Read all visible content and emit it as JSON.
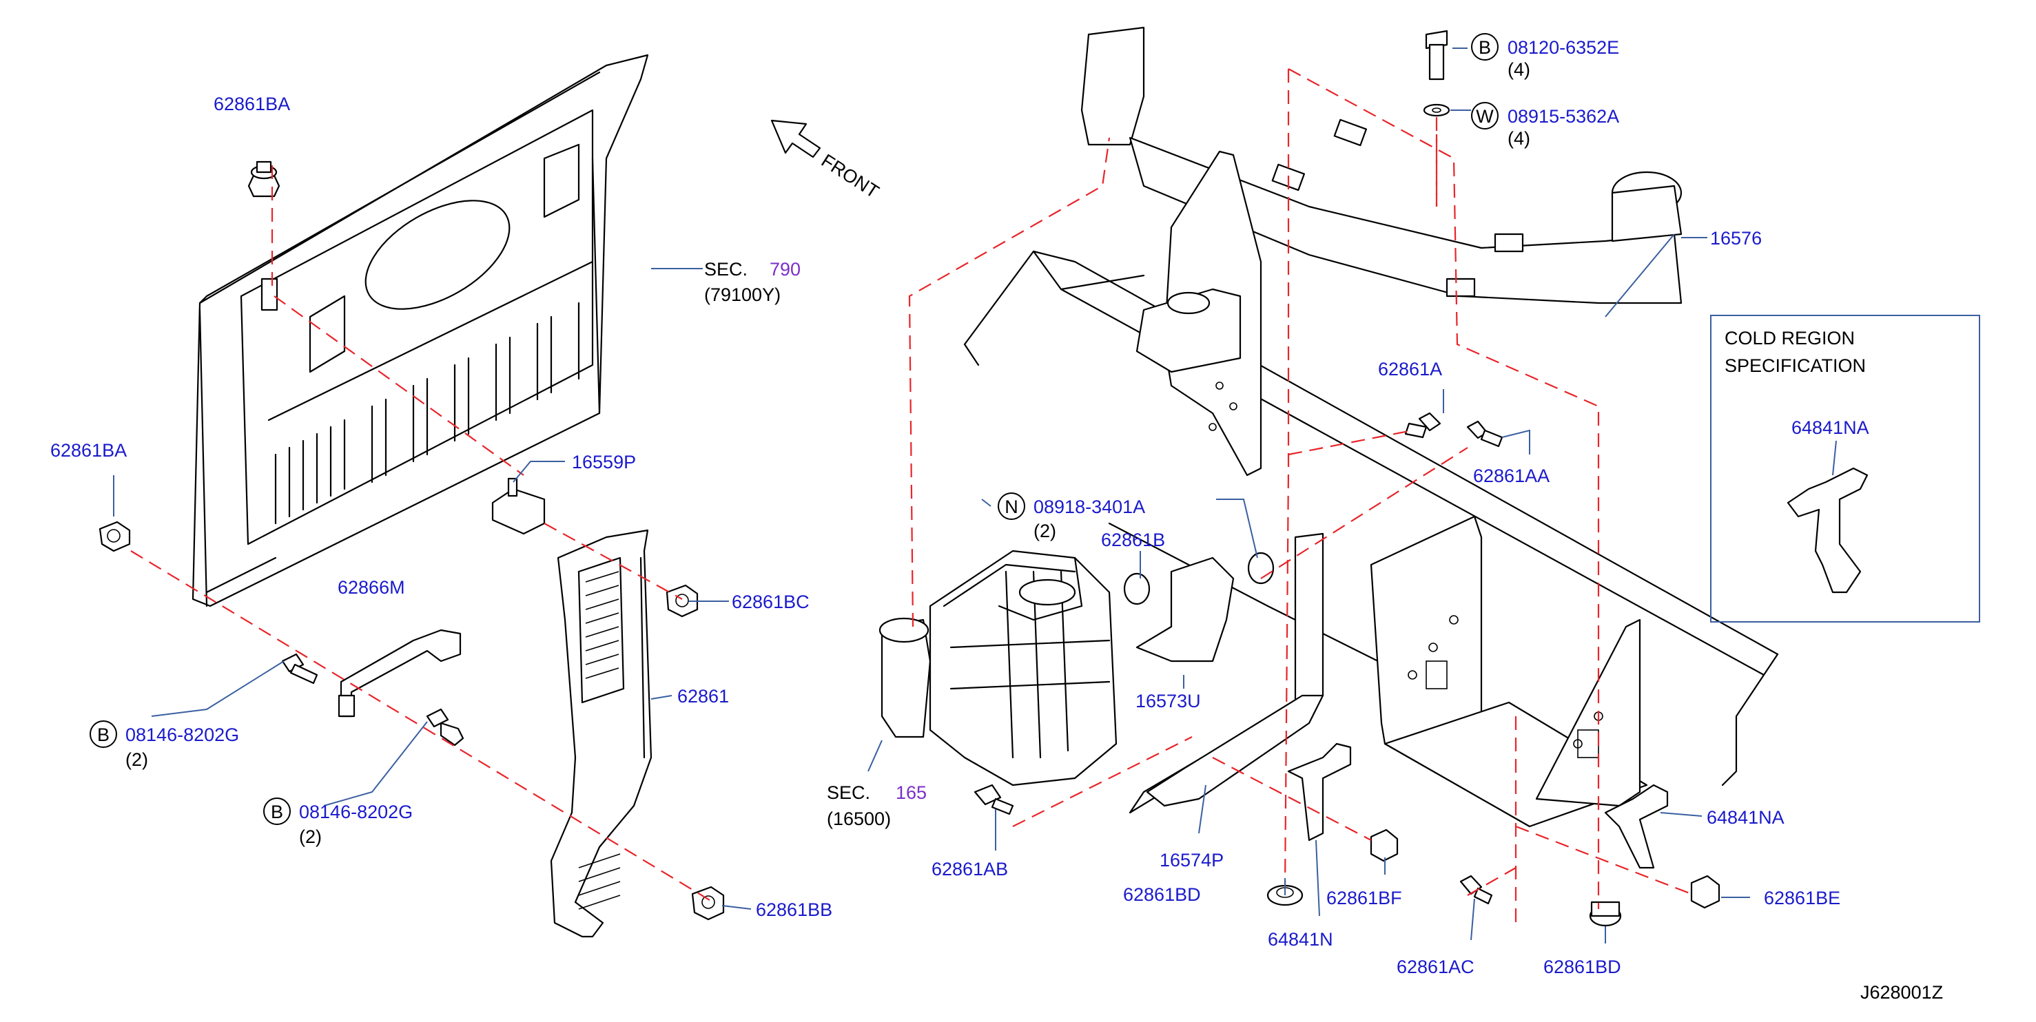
{
  "colors": {
    "part_number": "#1a1acc",
    "section_ref": "#7a2fc8",
    "dashed_line": "#e8252a",
    "leader_line": "#3a5fa0"
  },
  "direction": {
    "label": "FRONT",
    "icon": "arrow-icon"
  },
  "inset": {
    "title_line1": "COLD   REGION",
    "title_line2": "SPECIFICATION",
    "part": "64841NA"
  },
  "diagram_code": "J628001Z",
  "sections": {
    "sec790": {
      "prefix": "SEC.",
      "num": "790",
      "sub": "(79100Y)"
    },
    "sec165": {
      "prefix": "SEC.",
      "num": "165",
      "sub": "(16500)"
    }
  },
  "fasteners": {
    "b_top": {
      "symbol": "B",
      "part": "08120-6352E",
      "qty": "(4)"
    },
    "w_top": {
      "symbol": "W",
      "part": "08915-5362A",
      "qty": "(4)"
    },
    "n_mid": {
      "symbol": "N",
      "part": "08918-3401A",
      "qty": "(2)"
    },
    "b_left1": {
      "symbol": "B",
      "part": "08146-8202G",
      "qty": "(2)"
    },
    "b_left2": {
      "symbol": "B",
      "part": "08146-8202G",
      "qty": "(2)"
    }
  },
  "parts": {
    "p62861BA_top": "62861BA",
    "p62861BA_left": "62861BA",
    "p16559P": "16559P",
    "p62861BC": "62861BC",
    "p62866M": "62866M",
    "p62861": "62861",
    "p62861BB": "62861BB",
    "p16576": "16576",
    "p62861A": "62861A",
    "p62861AA": "62861AA",
    "p62861B": "62861B",
    "p16573U": "16573U",
    "p62861AB": "62861AB",
    "p16574P": "16574P",
    "p62861BD_1": "62861BD",
    "p62861BF": "62861BF",
    "p64841N": "64841N",
    "p62861AC": "62861AC",
    "p62861BD_2": "62861BD",
    "p64841NA": "64841NA",
    "p62861BE": "62861BE"
  }
}
